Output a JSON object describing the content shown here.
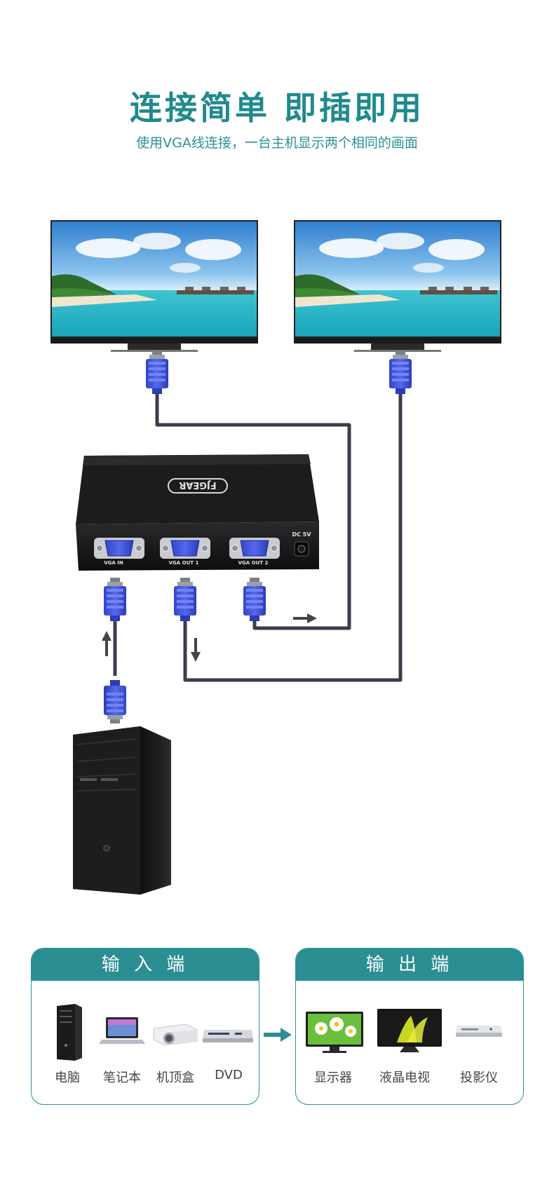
{
  "title": "连接简单 即插即用",
  "subtitle": "使用VGA线连接，一台主机显示两个相同的画面",
  "splitter": {
    "brand": "FJGEAR",
    "power_label": "DC 5V",
    "port_labels": [
      "VGA IN",
      "VGA OUT 1",
      "VGA OUT 2"
    ]
  },
  "input_panel": {
    "heading": "输 入 端",
    "items": [
      {
        "label": "电脑",
        "icon": "pc-tower-icon"
      },
      {
        "label": "笔记本",
        "icon": "laptop-icon"
      },
      {
        "label": "机顶盒",
        "icon": "projector-icon"
      },
      {
        "label": "DVD",
        "icon": "dvd-player-icon"
      }
    ]
  },
  "output_panel": {
    "heading": "输 出 端",
    "items": [
      {
        "label": "显示器",
        "icon": "monitor-icon"
      },
      {
        "label": "液晶电视",
        "icon": "tv-icon"
      },
      {
        "label": "投影仪",
        "icon": "dvd-player-icon"
      }
    ]
  },
  "colors": {
    "accent": "#2a8e93",
    "title": "#1f8a8e",
    "vga_connector": "#3b4fd8",
    "cable": "#3a3d4a",
    "device_black": "#1b1b1d"
  }
}
